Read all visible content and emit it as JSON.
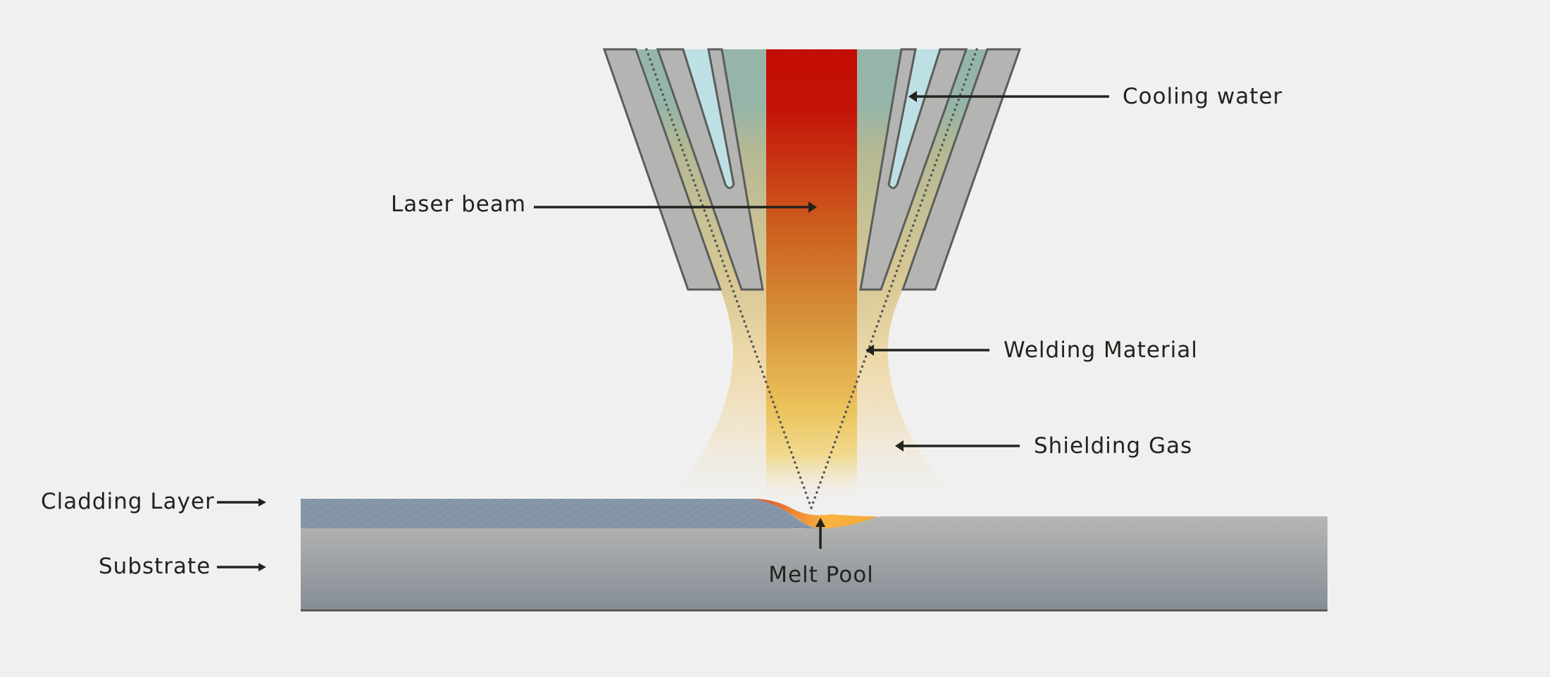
{
  "title": "Laser cladding process diagram",
  "labels": {
    "cooling_water": "Cooling water",
    "laser_beam": "Laser beam",
    "welding_material": "Welding Material",
    "shielding_gas": "Shielding Gas",
    "cladding_layer": "Cladding Layer",
    "substrate": "Substrate",
    "melt_pool": "Melt Pool"
  },
  "colors": {
    "background": "#f0f0f0",
    "nozzle_plate": "#b4b4b2",
    "nozzle_outline": "#5c5c5c",
    "cooling_water": "#bde0e5",
    "gas_channel_top": "#94b5a8",
    "gas_channel_bottom": "#d8c895",
    "laser_top": "#c40d05",
    "laser_mid": "#d07c2c",
    "laser_bottom": "#efcb65",
    "cladding_layer": "#8394a6",
    "substrate_top": "#b6b6b4",
    "substrate_bottom": "#868d96",
    "melt_pool": "#f7a836",
    "melt_pool_edge": "#e05f28",
    "label_text": "#22221e"
  }
}
